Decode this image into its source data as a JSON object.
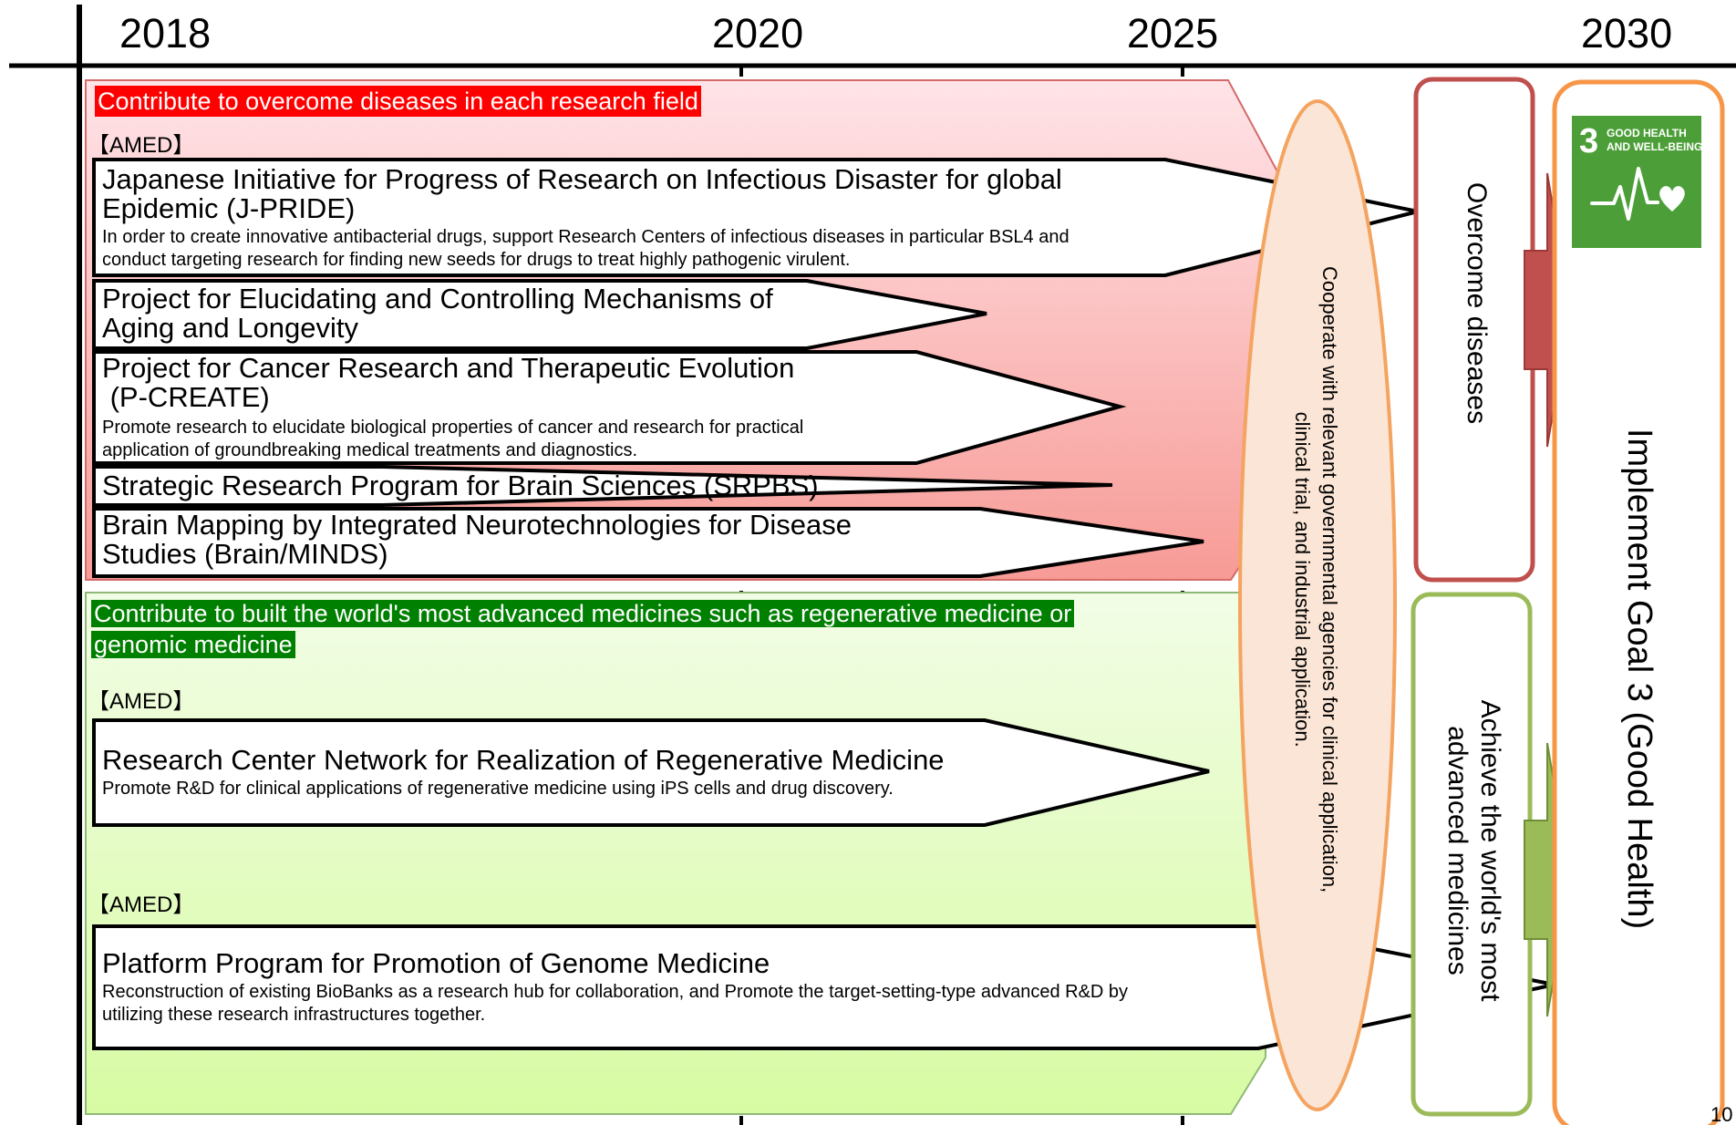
{
  "timeline": {
    "years": [
      "2018",
      "2020",
      "2025",
      "2030"
    ]
  },
  "sections": [
    {
      "title": "Contribute to overcome diseases in each research field",
      "title_bg_color": "#ff0000",
      "fill_top_color": "#ffe4e8",
      "fill_bottom_color": "#f79b96",
      "agency_label": "【AMED】",
      "projects": [
        {
          "title_lines": [
            "Japanese Initiative for Progress of Research on Infectious Disaster for global",
            "Epidemic (J-PRIDE)"
          ],
          "desc_lines": [
            "In order to create innovative antibacterial drugs, support Research Centers of infectious diseases in particular BSL4 and",
            "conduct targeting research for finding new seeds for drugs to treat highly pathogenic virulent."
          ]
        },
        {
          "title_lines": [
            "Project for Elucidating and Controlling Mechanisms of",
            "Aging and Longevity"
          ],
          "desc_lines": []
        },
        {
          "title_lines": [
            "Project for Cancer Research and Therapeutic Evolution",
            " (P-CREATE)"
          ],
          "desc_lines": [
            "Promote research to elucidate biological properties of cancer and research for practical",
            "application of groundbreaking medical treatments and diagnostics."
          ]
        },
        {
          "title_lines": [
            "Strategic Research Program for Brain Sciences (SRPBS)"
          ],
          "desc_lines": []
        },
        {
          "title_lines": [
            "Brain Mapping by Integrated Neurotechnologies for Disease",
            "Studies (Brain/MINDS)"
          ],
          "desc_lines": []
        }
      ]
    },
    {
      "title_lines": [
        "Contribute to built the world's most advanced medicines such as regenerative medicine or",
        "genomic medicine"
      ],
      "title_bg_color": "#008000",
      "fill_top_color": "#f2fde6",
      "fill_bottom_color": "#d7fba3",
      "agency_labels": [
        "【AMED】",
        "【AMED】"
      ],
      "projects": [
        {
          "title_lines": [
            "Research Center Network for Realization of Regenerative Medicine"
          ],
          "desc_lines": [
            "Promote R&D for clinical applications of regenerative medicine  using iPS cells  and drug discovery."
          ]
        },
        {
          "title_lines": [
            "Platform Program for Promotion of Genome Medicine"
          ],
          "desc_lines": [
            "Reconstruction of existing BioBanks as a research hub for collaboration, and Promote the target-setting-type advanced R&D by",
            "utilizing these research infrastructures together."
          ]
        }
      ]
    }
  ],
  "cooperation": {
    "lines": [
      "Cooperate with relevant governmental agencies for clinical application,",
      "clinical trial, and industrial application."
    ],
    "fill_color": "#fbe5d6",
    "border_color": "#f4a460"
  },
  "outcomes": [
    {
      "text_lines": [
        "Overcome diseases"
      ],
      "border_color": "#c0504d",
      "arrow_color": "#c0504d"
    },
    {
      "text_lines": [
        "Achieve the world's most",
        "advanced medicines"
      ],
      "border_color": "#9bbb59",
      "arrow_color": "#9bbb59"
    }
  ],
  "goal": {
    "text": "Implement Goal 3 (Good Health)",
    "border_color": "#f79646",
    "badge": {
      "number": "3",
      "lines": [
        "GOOD HEALTH",
        "AND WELL-BEING"
      ],
      "icon": "heartbeat-heart-icon",
      "bg_color": "#4c9f38"
    }
  },
  "page_number": "10"
}
